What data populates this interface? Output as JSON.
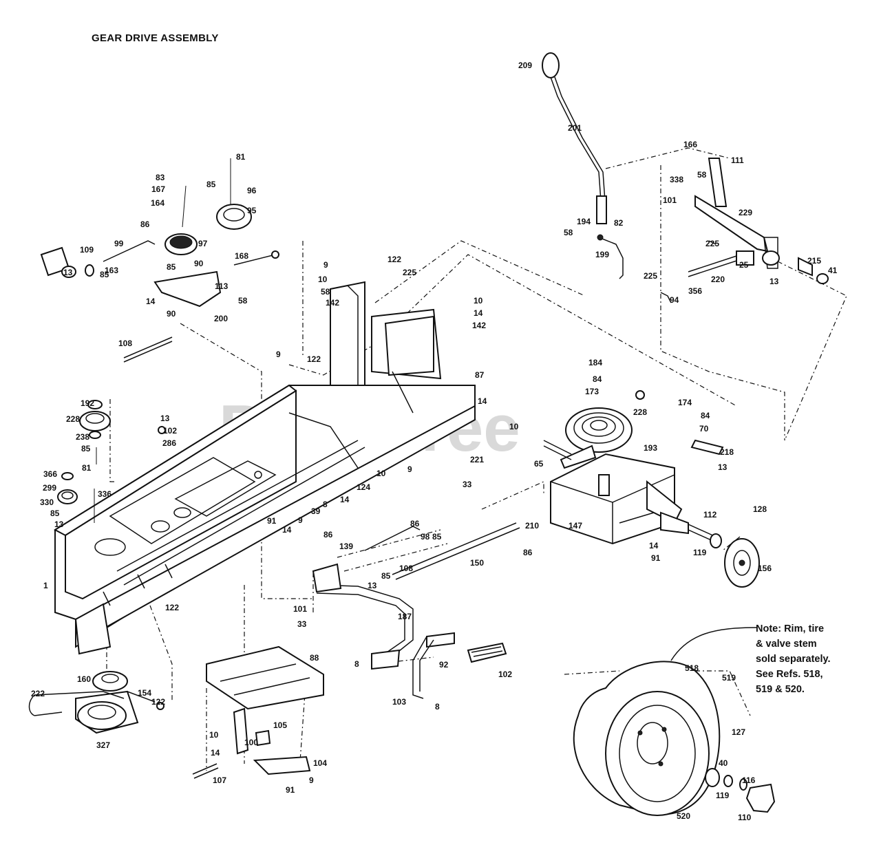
{
  "title": "GEAR DRIVE ASSEMBLY",
  "watermark": "PartsTree",
  "watermark_tm": "™",
  "note_lines": [
    "Note:  Rim, tire",
    "& valve stem",
    "sold separately.",
    "See Refs. 518,",
    "519 & 520."
  ],
  "callouts": [
    {
      "id": "c209",
      "text": "209"
    },
    {
      "id": "c201",
      "text": "201"
    },
    {
      "id": "c166",
      "text": "166"
    },
    {
      "id": "c111",
      "text": "111"
    },
    {
      "id": "c338",
      "text": "338"
    },
    {
      "id": "c58a",
      "text": "58"
    },
    {
      "id": "c101a",
      "text": "101"
    },
    {
      "id": "c229",
      "text": "229"
    },
    {
      "id": "c194",
      "text": "194"
    },
    {
      "id": "c82",
      "text": "82"
    },
    {
      "id": "c58b",
      "text": "58"
    },
    {
      "id": "c199",
      "text": "199"
    },
    {
      "id": "c225a",
      "text": "225"
    },
    {
      "id": "c25",
      "text": "25"
    },
    {
      "id": "c215",
      "text": "215"
    },
    {
      "id": "c41",
      "text": "41"
    },
    {
      "id": "c225b",
      "text": "225"
    },
    {
      "id": "c356",
      "text": "356"
    },
    {
      "id": "c220",
      "text": "220"
    },
    {
      "id": "c13a",
      "text": "13"
    },
    {
      "id": "c94",
      "text": "94"
    },
    {
      "id": "c81a",
      "text": "81"
    },
    {
      "id": "c83",
      "text": "83"
    },
    {
      "id": "c167",
      "text": "167"
    },
    {
      "id": "c85a",
      "text": "85"
    },
    {
      "id": "c96",
      "text": "96"
    },
    {
      "id": "c164",
      "text": "164"
    },
    {
      "id": "c95",
      "text": "95"
    },
    {
      "id": "c86a",
      "text": "86"
    },
    {
      "id": "c97",
      "text": "97"
    },
    {
      "id": "c109",
      "text": "109"
    },
    {
      "id": "c99",
      "text": "99"
    },
    {
      "id": "c163",
      "text": "163"
    },
    {
      "id": "c85b",
      "text": "85"
    },
    {
      "id": "c90a",
      "text": "90"
    },
    {
      "id": "c168",
      "text": "168"
    },
    {
      "id": "c13b",
      "text": "13"
    },
    {
      "id": "c85c",
      "text": "85"
    },
    {
      "id": "c113",
      "text": "113"
    },
    {
      "id": "c14a",
      "text": "14"
    },
    {
      "id": "c58c",
      "text": "58"
    },
    {
      "id": "c90b",
      "text": "90"
    },
    {
      "id": "c200",
      "text": "200"
    },
    {
      "id": "c108a",
      "text": "108"
    },
    {
      "id": "c9a",
      "text": "9"
    },
    {
      "id": "c10a",
      "text": "10"
    },
    {
      "id": "c58d",
      "text": "58"
    },
    {
      "id": "c142a",
      "text": "142"
    },
    {
      "id": "c122a",
      "text": "122"
    },
    {
      "id": "c225c",
      "text": "225"
    },
    {
      "id": "c10b",
      "text": "10"
    },
    {
      "id": "c14b",
      "text": "14"
    },
    {
      "id": "c142b",
      "text": "142"
    },
    {
      "id": "c9b",
      "text": "9"
    },
    {
      "id": "c122b",
      "text": "122"
    },
    {
      "id": "c87",
      "text": "87"
    },
    {
      "id": "c14c",
      "text": "14"
    },
    {
      "id": "c184",
      "text": "184"
    },
    {
      "id": "c84a",
      "text": "84"
    },
    {
      "id": "c173",
      "text": "173"
    },
    {
      "id": "c174",
      "text": "174"
    },
    {
      "id": "c84b",
      "text": "84"
    },
    {
      "id": "c70",
      "text": "70"
    },
    {
      "id": "c228a",
      "text": "228"
    },
    {
      "id": "c193",
      "text": "193"
    },
    {
      "id": "c218",
      "text": "218"
    },
    {
      "id": "c13c",
      "text": "13"
    },
    {
      "id": "c192",
      "text": "192"
    },
    {
      "id": "c228b",
      "text": "228"
    },
    {
      "id": "c238",
      "text": "238"
    },
    {
      "id": "c85d",
      "text": "85"
    },
    {
      "id": "c81b",
      "text": "81"
    },
    {
      "id": "c13d",
      "text": "13"
    },
    {
      "id": "c102a",
      "text": "102"
    },
    {
      "id": "c286",
      "text": "286"
    },
    {
      "id": "c366",
      "text": "366"
    },
    {
      "id": "c299",
      "text": "299"
    },
    {
      "id": "c330",
      "text": "330"
    },
    {
      "id": "c85e",
      "text": "85"
    },
    {
      "id": "c13e",
      "text": "13"
    },
    {
      "id": "c336",
      "text": "336"
    },
    {
      "id": "c10c",
      "text": "10"
    },
    {
      "id": "c9c",
      "text": "9"
    },
    {
      "id": "c221",
      "text": "221"
    },
    {
      "id": "c33a",
      "text": "33"
    },
    {
      "id": "c10d",
      "text": "10"
    },
    {
      "id": "c65",
      "text": "65"
    },
    {
      "id": "c124",
      "text": "124"
    },
    {
      "id": "c14d",
      "text": "14"
    },
    {
      "id": "c8a",
      "text": "8"
    },
    {
      "id": "c39",
      "text": "39"
    },
    {
      "id": "c9d",
      "text": "9"
    },
    {
      "id": "c91a",
      "text": "91"
    },
    {
      "id": "c14e",
      "text": "14"
    },
    {
      "id": "c112",
      "text": "112"
    },
    {
      "id": "c128",
      "text": "128"
    },
    {
      "id": "c210",
      "text": "210"
    },
    {
      "id": "c147",
      "text": "147"
    },
    {
      "id": "c14f",
      "text": "14"
    },
    {
      "id": "c91b",
      "text": "91"
    },
    {
      "id": "c119a",
      "text": "119"
    },
    {
      "id": "c156",
      "text": "156"
    },
    {
      "id": "c86b",
      "text": "86"
    },
    {
      "id": "c139",
      "text": "139"
    },
    {
      "id": "c86c",
      "text": "86"
    },
    {
      "id": "c98",
      "text": "98"
    },
    {
      "id": "c85f",
      "text": "85"
    },
    {
      "id": "c108b",
      "text": "108"
    },
    {
      "id": "c13f",
      "text": "13"
    },
    {
      "id": "c85g",
      "text": "85"
    },
    {
      "id": "c150",
      "text": "150"
    },
    {
      "id": "c86d",
      "text": "86"
    },
    {
      "id": "c1",
      "text": "1"
    },
    {
      "id": "c122c",
      "text": "122"
    },
    {
      "id": "c101b",
      "text": "101"
    },
    {
      "id": "c33b",
      "text": "33"
    },
    {
      "id": "c187",
      "text": "187"
    },
    {
      "id": "c88",
      "text": "88"
    },
    {
      "id": "c8b",
      "text": "8"
    },
    {
      "id": "c92",
      "text": "92"
    },
    {
      "id": "c102b",
      "text": "102"
    },
    {
      "id": "c103",
      "text": "103"
    },
    {
      "id": "c8c",
      "text": "8"
    },
    {
      "id": "c160",
      "text": "160"
    },
    {
      "id": "c222",
      "text": "222"
    },
    {
      "id": "c154",
      "text": "154"
    },
    {
      "id": "c122d",
      "text": "122"
    },
    {
      "id": "c327",
      "text": "327"
    },
    {
      "id": "c105",
      "text": "105"
    },
    {
      "id": "c10e",
      "text": "10"
    },
    {
      "id": "c100",
      "text": "100"
    },
    {
      "id": "c14g",
      "text": "14"
    },
    {
      "id": "c104",
      "text": "104"
    },
    {
      "id": "c107",
      "text": "107"
    },
    {
      "id": "c9e",
      "text": "9"
    },
    {
      "id": "c91c",
      "text": "91"
    },
    {
      "id": "c518",
      "text": "518"
    },
    {
      "id": "c519",
      "text": "519"
    },
    {
      "id": "c127",
      "text": "127"
    },
    {
      "id": "c40",
      "text": "40"
    },
    {
      "id": "c116",
      "text": "116"
    },
    {
      "id": "c119b",
      "text": "119"
    },
    {
      "id": "c110",
      "text": "110"
    },
    {
      "id": "c520",
      "text": "520"
    }
  ]
}
